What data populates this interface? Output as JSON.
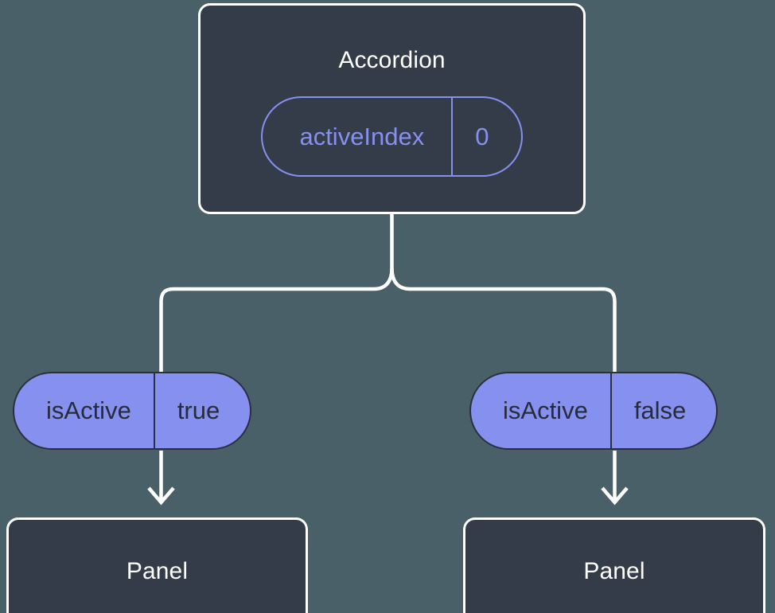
{
  "diagram": {
    "type": "component-state-tree",
    "background_color": "#4a6068",
    "node_fill_color": "#343b49",
    "node_border_color": "#ffffff",
    "accent_color": "#8690ef",
    "pill_text_color": "#272c39",
    "connector_color": "#ffffff"
  },
  "root": {
    "title": "Accordion",
    "state_pill": {
      "key": "activeIndex",
      "value": "0"
    }
  },
  "branches": [
    {
      "prop_pill": {
        "key": "isActive",
        "value": "true"
      },
      "child": {
        "title": "Panel"
      }
    },
    {
      "prop_pill": {
        "key": "isActive",
        "value": "false"
      },
      "child": {
        "title": "Panel"
      }
    }
  ]
}
